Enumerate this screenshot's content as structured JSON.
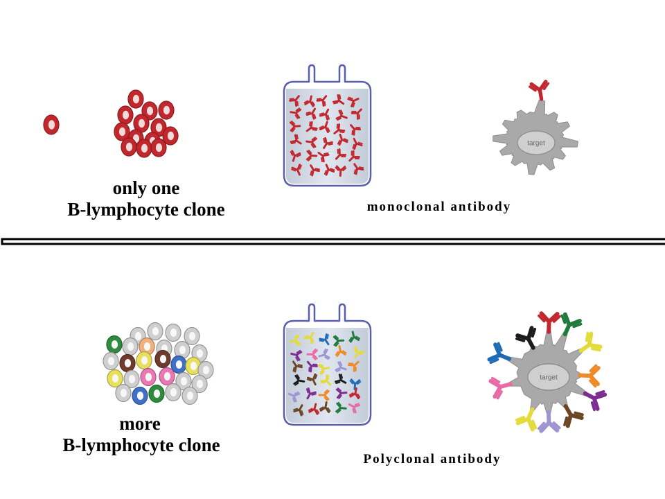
{
  "monoclonal": {
    "clone_label": {
      "line1": "only one",
      "line2": "B-lymphocyte clone"
    },
    "antibody_label": "monoclonal antibody",
    "target_label": "target",
    "cell_color": "#c1272d",
    "antibody_color": "#c1272d"
  },
  "polyclonal": {
    "clone_label": {
      "line1": "more",
      "line2": "B-lymphocyte clone"
    },
    "antibody_label": "Polyclonal antibody",
    "target_label": "target",
    "cell_colors": {
      "gray": "#cfcfcf",
      "green": "#2e8b3e",
      "peach": "#f2b07c",
      "brown": "#6e3b2c",
      "yellow": "#e8e05c",
      "blue": "#3f6fc6",
      "pink": "#ea78b3"
    },
    "antibody_colors": {
      "black": "#1c1c1c",
      "red": "#c1272d",
      "green": "#1f7a3c",
      "yellow": "#e3db3a",
      "orange": "#f08a26",
      "purple": "#7c2e90",
      "brown": "#6b4524",
      "lavender": "#9d94d2",
      "pink": "#e86aa7",
      "blue": "#1f6cb6"
    }
  }
}
